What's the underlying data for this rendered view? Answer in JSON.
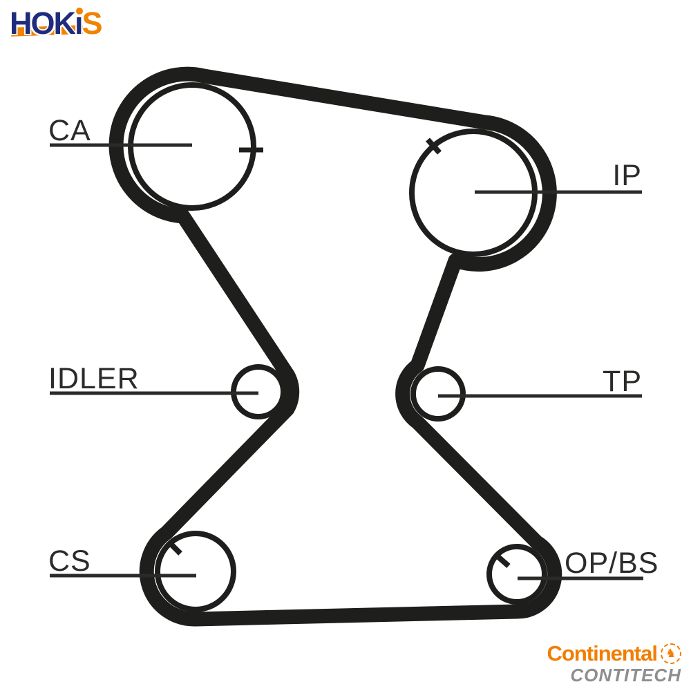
{
  "brand_hokis": {
    "hok": "HOK",
    "i_stem": "ı",
    "s": "S",
    "navy": "#1f2c7c",
    "orange": "#f08300"
  },
  "diagram": {
    "belt_color": "#1e1e1c",
    "labels": {
      "ca": "CA",
      "ip": "IP",
      "idler": "IDLER",
      "tp": "TP",
      "cs": "CS",
      "opbs": "OP/BS"
    }
  },
  "brand_continental": {
    "name": "Continental",
    "division": "CONTITECH",
    "horse_icon": "♞",
    "orange": "#f07e00",
    "gray": "#8e8e8e"
  }
}
